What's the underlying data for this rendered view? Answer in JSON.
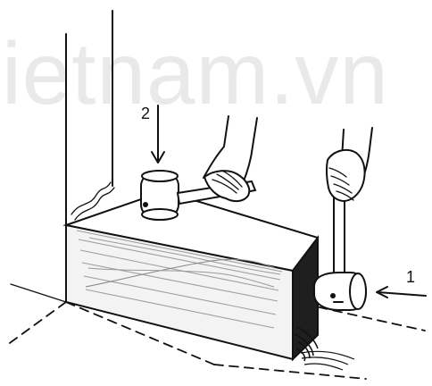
{
  "watermark": "ietnam.vn",
  "labels": {
    "one": "1",
    "two": "2"
  },
  "colors": {
    "ink": "#111111",
    "paper": "#ffffff",
    "watermark": "#e9e9e9"
  },
  "icons": {
    "mallet_top": "mallet-icon",
    "mallet_side": "mallet-icon",
    "hand_top": "hand-icon",
    "hand_side": "hand-icon"
  }
}
